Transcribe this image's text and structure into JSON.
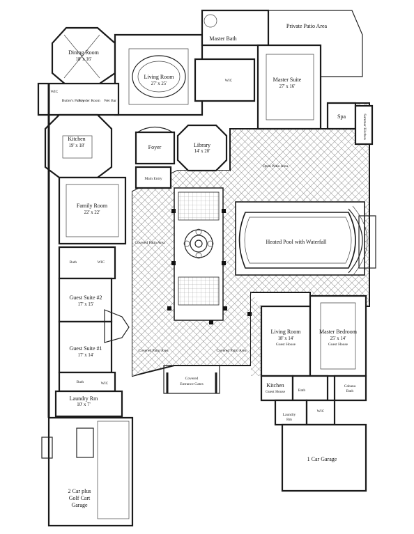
{
  "rooms": {
    "private_patio": {
      "name": "Private Patio Area"
    },
    "master_bath": {
      "name": "Master Bath"
    },
    "dining": {
      "name": "Dining Room",
      "size": "18' x 16'"
    },
    "living": {
      "name": "Living Room",
      "size": "27' x 25'"
    },
    "wic_master": {
      "name": "WIC"
    },
    "master_suite": {
      "name": "Master Suite",
      "size": "27' x 16'"
    },
    "wic_kitchen": {
      "name": "WIC"
    },
    "butlers_pantry": {
      "name": "Butler's Pantry"
    },
    "powder": {
      "name": "Powder Room"
    },
    "wet_bar": {
      "name": "Wet Bar"
    },
    "kitchen": {
      "name": "Kitchen",
      "size": "19' x 18'"
    },
    "foyer": {
      "name": "Foyer"
    },
    "library": {
      "name": "Library",
      "size": "14' x 20'"
    },
    "spa": {
      "name": "Spa"
    },
    "summer_kitchen": {
      "name": "Summer Kitchen"
    },
    "open_patio": {
      "name": "Open Patio Area"
    },
    "main_entry": {
      "name": "Main Entry"
    },
    "family": {
      "name": "Family Room",
      "size": "22' x 22'"
    },
    "pool": {
      "name": "Heated Pool with Waterfall"
    },
    "covered_patio_w": {
      "name": "Covered Patio Area"
    },
    "bath_1": {
      "name": "Bath"
    },
    "wic_1": {
      "name": "WIC"
    },
    "guest2": {
      "name": "Guest Suite #2",
      "size": "17' x 15'"
    },
    "guest1": {
      "name": "Guest Suite #1",
      "size": "17' x 14'"
    },
    "gh_living": {
      "name": "Living Room",
      "size": "18' x 14'",
      "sub": "Guest House"
    },
    "gh_bedroom": {
      "name": "Master Bedroom",
      "size": "25' x 14'",
      "sub": "Guest House"
    },
    "covered_patio_sw": {
      "name": "Covered Patio Area"
    },
    "covered_patio_se": {
      "name": "Covered Patio Area"
    },
    "bath_2": {
      "name": "Bath"
    },
    "wic_2": {
      "name": "WIC"
    },
    "entrance": {
      "name": "Covered",
      "name2": "Entrance Gates"
    },
    "laundry": {
      "name": "Laundry Rm",
      "size": "10' x 7'"
    },
    "gh_kitchen": {
      "name": "Kitchen",
      "sub": "Guest House"
    },
    "gh_bath": {
      "name": "Bath"
    },
    "cabana_bath": {
      "name": "Cabana",
      "name2": "Bath"
    },
    "gh_laundry": {
      "name": "Laundry",
      "name2": "Rm"
    },
    "gh_wic": {
      "name": "WIC"
    },
    "garage_1": {
      "name": "1 Car Garage"
    },
    "garage_2": {
      "name": "2 Car plus",
      "name2": "Golf Cart",
      "name3": "Garage"
    }
  },
  "colors": {
    "ink": "#1a1a1a",
    "paper": "#ffffff",
    "hatch": "#6a6a6a"
  }
}
